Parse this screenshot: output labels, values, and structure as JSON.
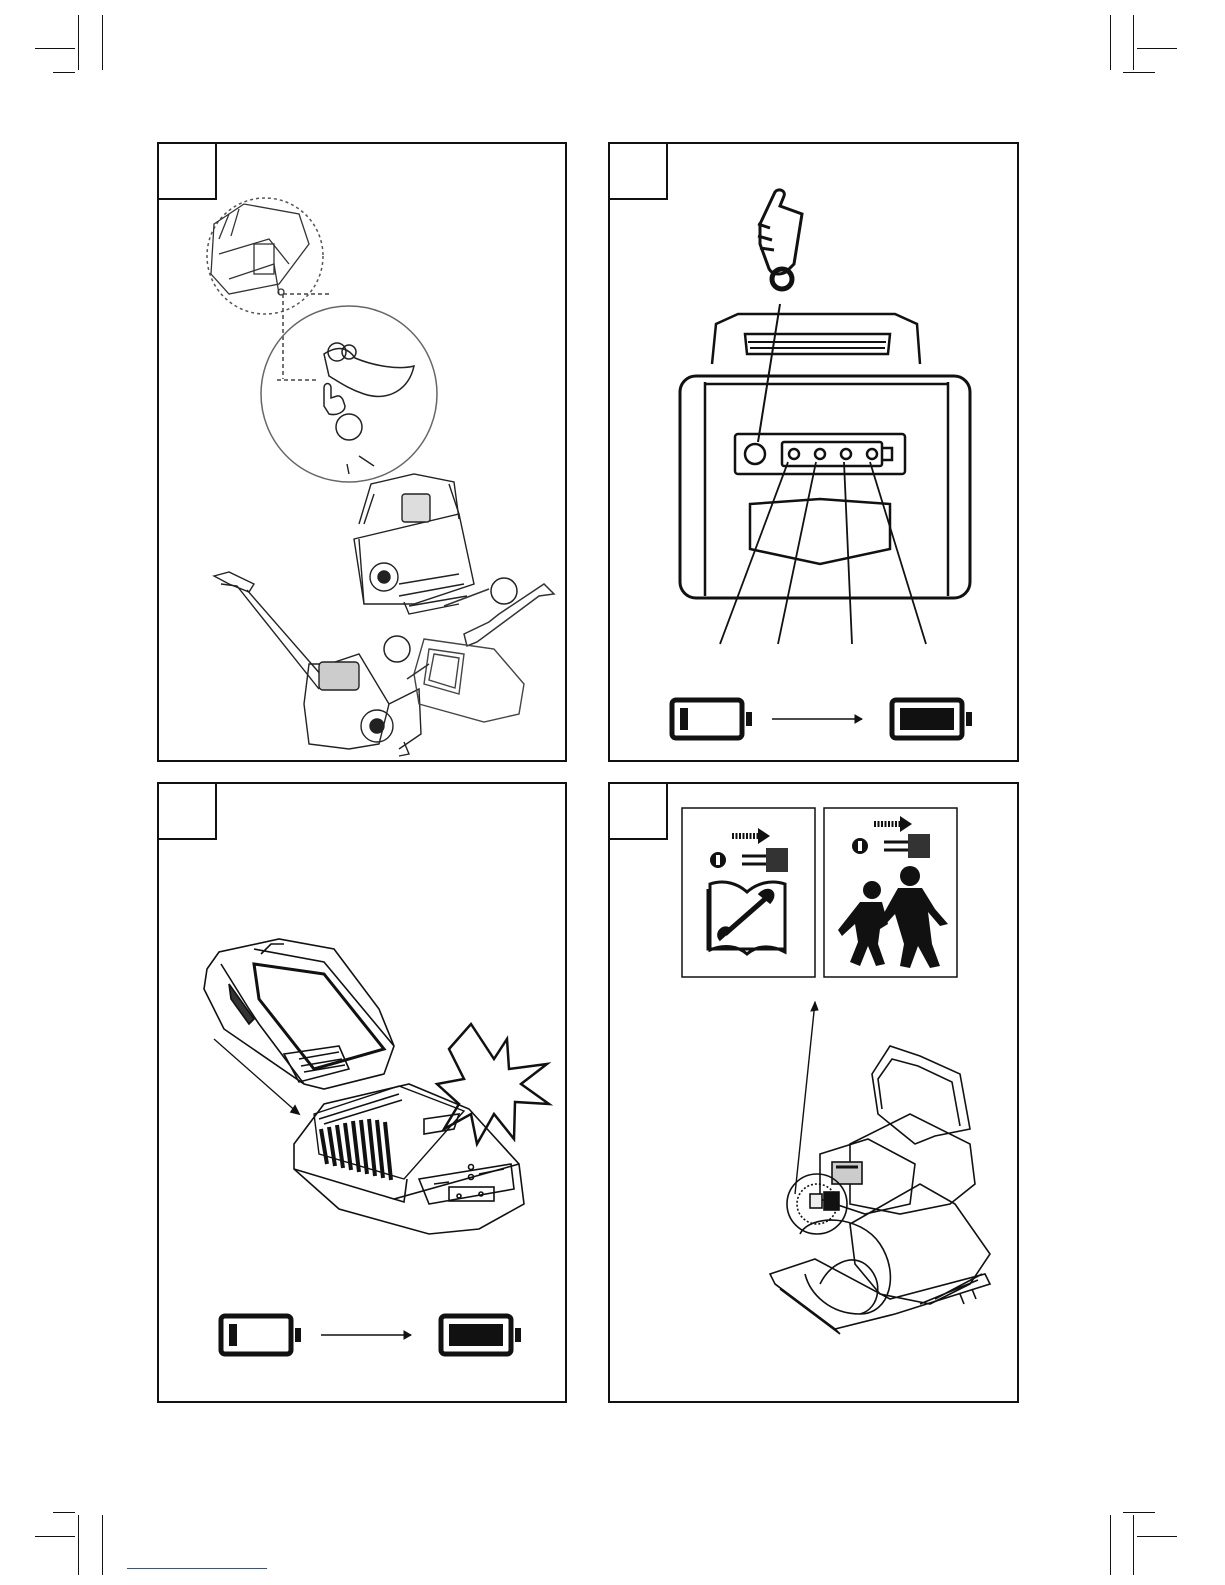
{
  "panels": [
    {
      "step": ""
    },
    {
      "step": ""
    },
    {
      "step": ""
    },
    {
      "step": ""
    }
  ],
  "callouts": {
    "panel1": [
      "",
      "",
      ""
    ]
  },
  "battery_indicator": {
    "from_level": 0.15,
    "to_level": 1.0,
    "led_count": 4
  },
  "icons": [
    "press-finger-icon",
    "battery-low-icon",
    "battery-full-icon",
    "arrow-right-icon",
    "starburst-icon",
    "remove-key-icon",
    "wrench-manual-icon",
    "children-icon"
  ]
}
